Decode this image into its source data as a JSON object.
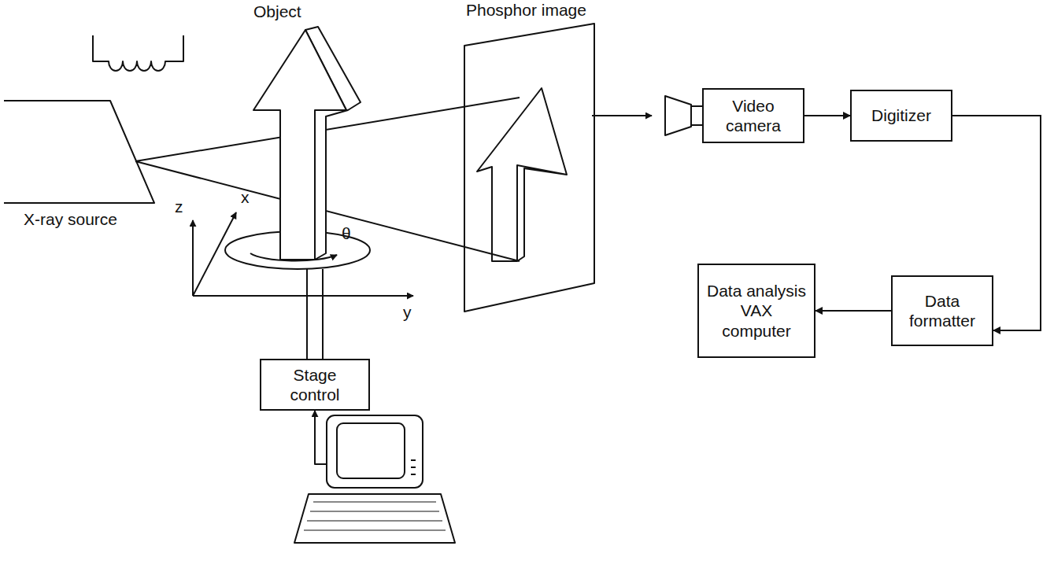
{
  "diagram": {
    "nodes": [
      {
        "text": [
          "Video camera"
        ]
      },
      {
        "text": [
          "Digitizer"
        ]
      },
      {
        "text": [
          "Data analysis VAX computer"
        ]
      },
      {
        "text": [
          "Data formatter"
        ]
      },
      {
        "text": [
          "Stage control"
        ]
      }
    ],
    "edges": [
      {
        "from": 0,
        "to": 1,
        "arrow": "to"
      },
      {
        "from": 1,
        "to": 3,
        "arrow": "to"
      },
      {
        "from": 3,
        "to": 2,
        "arrow": "to"
      }
    ],
    "labels": [
      "Phosphor image",
      "Object",
      "X-ray source",
      "z",
      "x",
      "θ",
      "y"
    ]
  }
}
